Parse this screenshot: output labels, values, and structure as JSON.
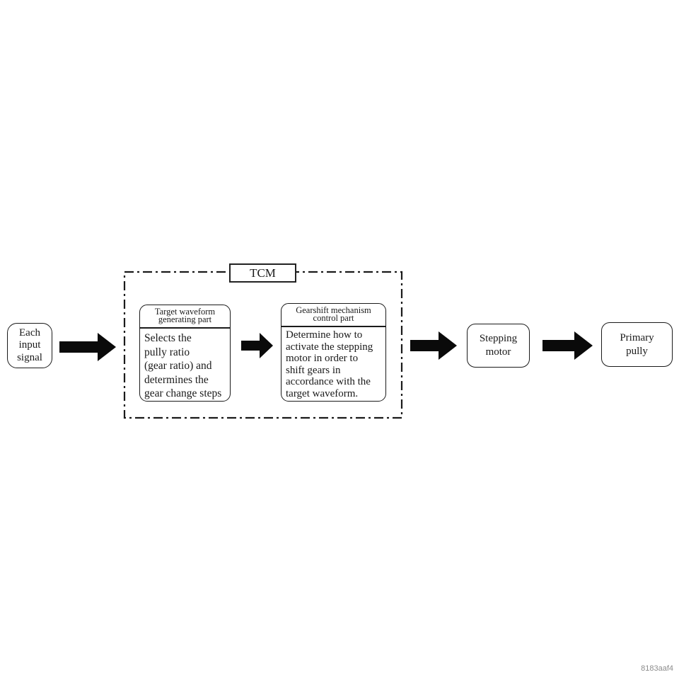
{
  "diagram": {
    "input_node_label": "Each\ninput\nsignal",
    "tcm_label": "TCM",
    "target_waveform_part": {
      "title": "Target waveform\ngenerating part",
      "body": "Selects the\npully ratio\n(gear ratio) and\ndetermines the\ngear change steps"
    },
    "gearshift_part": {
      "title": "Gearshift mechanism\ncontrol part",
      "body": "Determine how to\nactivate the stepping\nmotor in order to\nshift gears in\naccordance with the\ntarget waveform."
    },
    "stepping_motor_label": "Stepping\nmotor",
    "primary_pully_label": "Primary\npully",
    "figure_code": "8183aaf4",
    "colors": {
      "line": "#1a1a1a",
      "arrow": "#0a0a0a",
      "code_text": "#8c8c8c"
    }
  }
}
